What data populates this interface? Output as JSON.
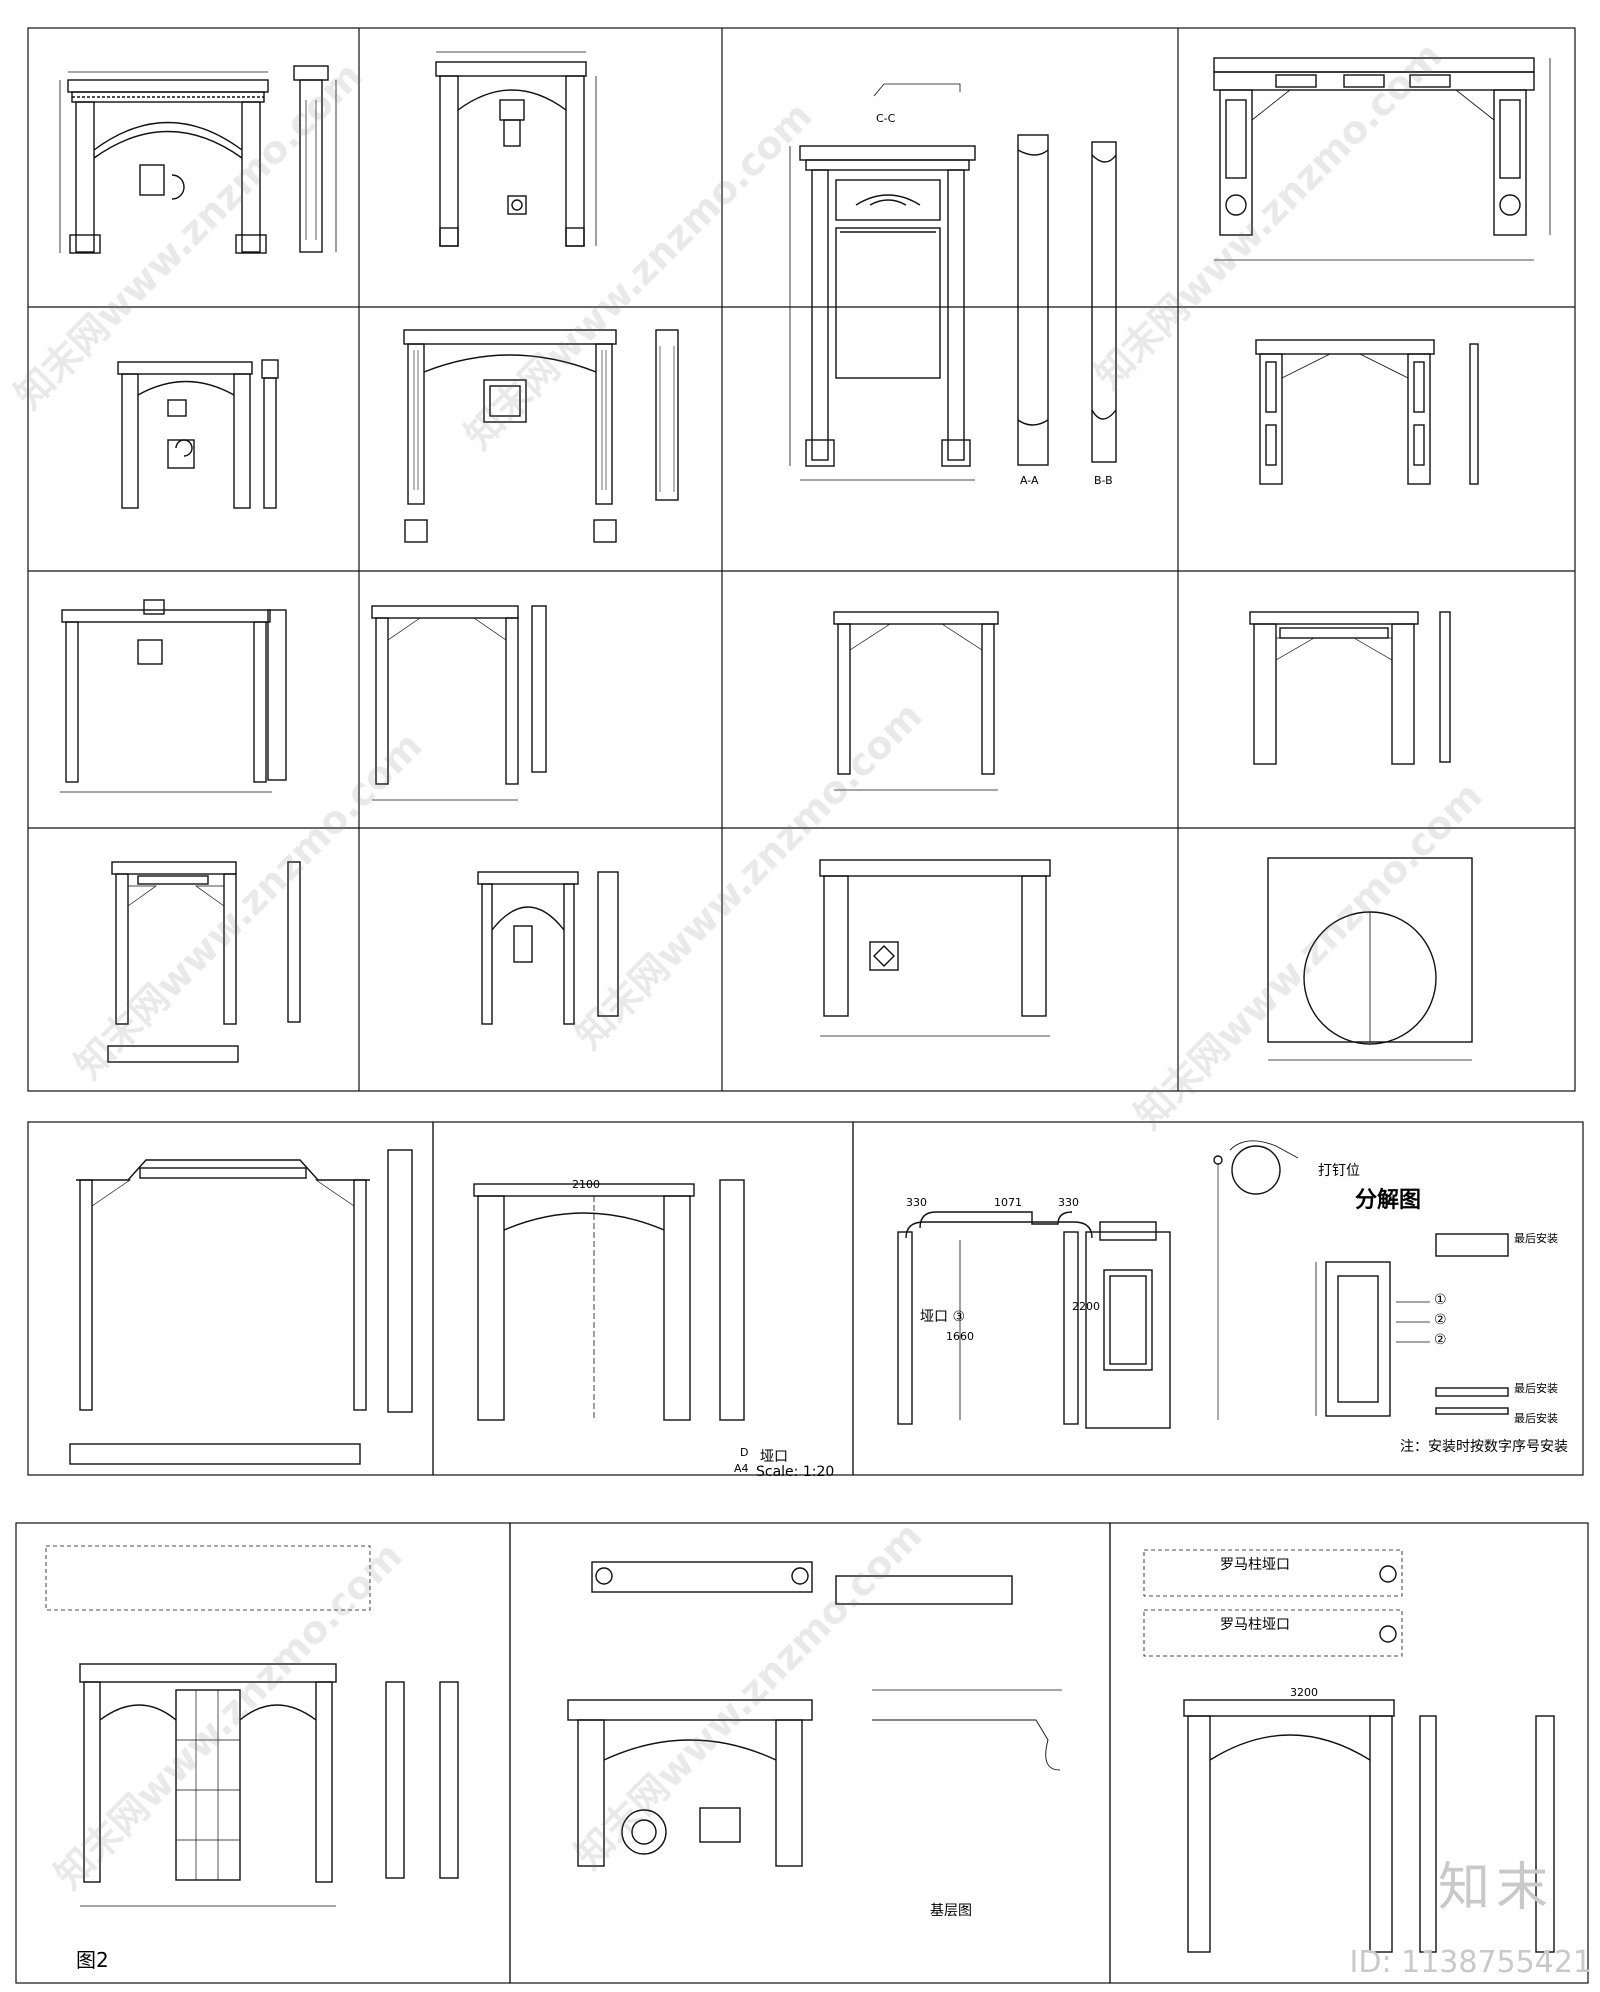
{
  "labels": {
    "zhaokou3": "垭口 ③",
    "exploded": "分解图",
    "nail": "打钉位",
    "install_last_1": "最后安装",
    "install_last_2": "最后安装",
    "install_last_3": "最后安装",
    "num_1": "①",
    "num_2": "②",
    "num_3": "②",
    "note": "注：安装时按数字序号安装",
    "scale_title": "垭口",
    "scale": "Scale: 1:20",
    "scale_d": "D",
    "scale_a4": "A4",
    "fig2": "图2",
    "base_plan": "基层图",
    "roman_1": "罗马柱垭口",
    "roman_2": "罗马柱垭口",
    "aa": "A-A",
    "bb": "B-B",
    "cc": "C-C",
    "dim_330a": "330",
    "dim_1071": "1071",
    "dim_330b": "330",
    "dim_1660": "1660",
    "dim_2200": "2200",
    "dim_3200": "3200",
    "dim_2100": "2100"
  },
  "watermark": {
    "text": "知末网www.znzmo.com"
  },
  "brand": {
    "logo": "知末",
    "id": "ID: 1138755421"
  }
}
